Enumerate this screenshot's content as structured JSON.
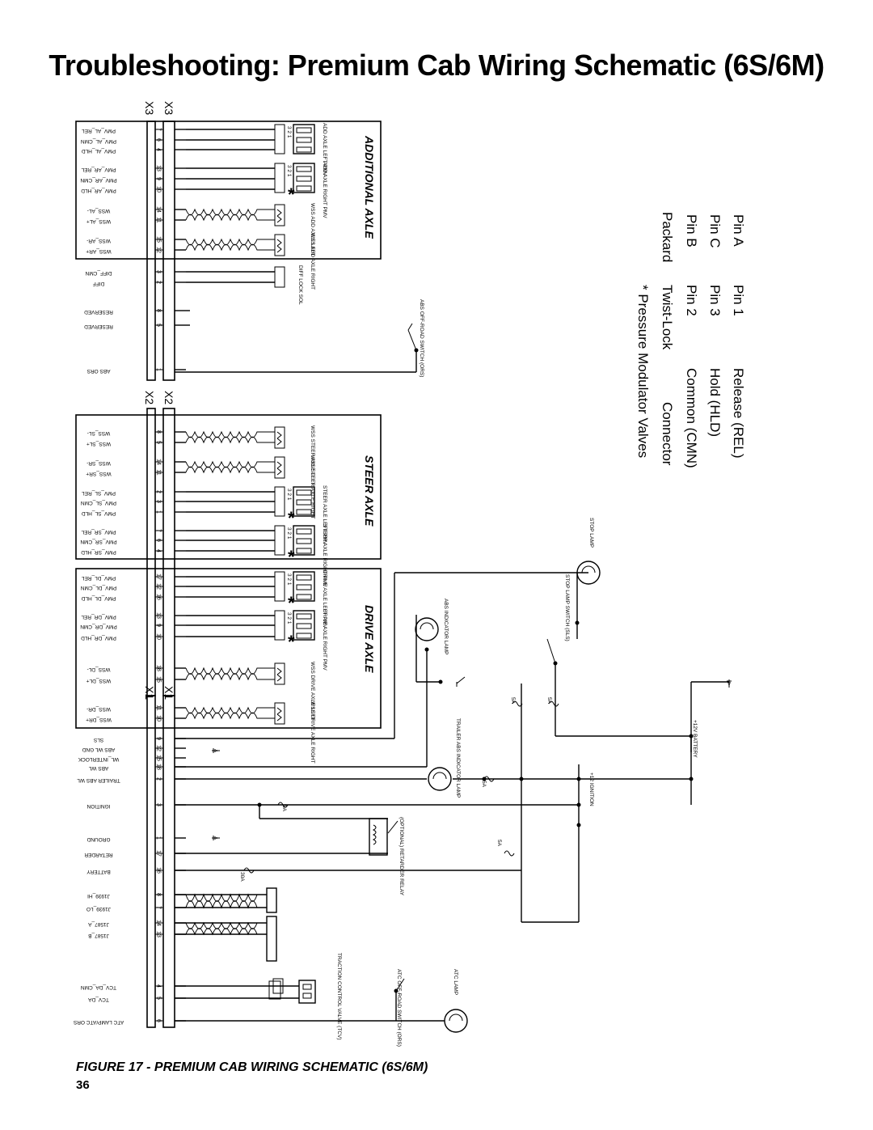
{
  "title": "Troubleshooting: Premium Cab Wiring Schematic (6S/6M)",
  "caption": "FIGURE 17 - PREMIUM CAB WIRING SCHEMATIC (6S/6M)",
  "page_number": "36",
  "connectors": {
    "x3": "X3",
    "x2": "X2",
    "x1": "X1"
  },
  "sections": {
    "additional_axle": "ADDITIONAL AXLE",
    "steer_axle": "STEER AXLE",
    "drive_axle": "DRIVE AXLE"
  },
  "wires": [
    "PMV_AL_REL",
    "PMV_AL_CMN",
    "PMV_AL_HLD",
    "PMV_AR_REL",
    "PMV_AR_CMN",
    "PMV_AR_HLD",
    "WSS_AL-",
    "WSS_AL+",
    "WSS_AR-",
    "WSS_AR+",
    "DIFF_CMN",
    "DIFF",
    "RESERVED",
    "RESERVED",
    "ABS ORS",
    "WSS_SL-",
    "WSS_SL+",
    "WSS_SR-",
    "WSS_SR+",
    "PMV_SL_REL",
    "PMV_SL_CMN",
    "PMV_SL_HLD",
    "PMV_SR_REL",
    "PMV_SR_CMN",
    "PMV_SR_HLD",
    "PMV_DL_REL",
    "PMV_DL_CMN",
    "PMV_DL_HLD",
    "PMV_DR_REL",
    "PMV_DR_CMN",
    "PMV_DR_HLD",
    "WSS_DL-",
    "WSS_DL+",
    "WSS_DR-",
    "WSS_DR+",
    "SLS",
    "ABS WL GND",
    "WL_INTERLOCK",
    "ABS WL",
    "TRAILER ABS WL",
    "IGNITION",
    "GROUND",
    "RETARDER",
    "BATTERY",
    "J1939_HI",
    "J1939_LO",
    "J1587_A",
    "J1587_B",
    "TCV_DA_CMN",
    "TCV_DA",
    "ATC LAMP/ATC ORS"
  ],
  "pins": [
    "7",
    "6",
    "4",
    "13",
    "9",
    "10",
    "14",
    "11",
    "15",
    "12",
    "3",
    "2",
    "8",
    "5",
    "1",
    "8",
    "5",
    "14",
    "11",
    "2",
    "3",
    "1",
    "7",
    "6",
    "4",
    "17",
    "12",
    "16",
    "13",
    "9",
    "10",
    "18",
    "15",
    "11",
    "10",
    "9",
    "12",
    "15",
    "18",
    "2",
    "3",
    "1",
    "17",
    "16",
    "8",
    "7",
    "14",
    "13",
    "4",
    "5",
    "6"
  ],
  "components": {
    "pmv_add_left": "ADD AXLE LEFT PMV",
    "pmv_add_right": "ADD AXLE RIGHT PMV",
    "wss_add_left": "WSS ADD AXLE LEFT",
    "wss_add_right": "WSS ADD AXLE RIGHT",
    "diff_lock": "DIFF LOCK SOL",
    "abs_offroad": "ABS OFF-ROAD SWITCH (ORS)",
    "wss_steer_left": "WSS STEER AXLE LEFT",
    "wss_steer_right": "WSS STEER AXLE RIGHT",
    "pmv_steer_left": "STEER AXLE LEFT PMV",
    "pmv_steer_right": "STEER AXLE RIGHT PMV",
    "pmv_drive_left": "DRIVE AXLE LEFT PMV",
    "pmv_drive_right": "DRIVE AXLE RIGHT PMV",
    "wss_drive_left": "WSS DRIVE AXLE LEFT",
    "wss_drive_right": "WSS DRIVE AXLE RIGHT",
    "abs_indicator": "ABS INDICATOR LAMP",
    "stop_lamp_switch": "STOP LAMP SWITCH (SLS)",
    "stop_lamp": "STOP LAMP",
    "trailer_abs_lamp": "TRAILER ABS INDICATOR LAMP",
    "battery": "+12V BATTERY",
    "ignition": "+12 IGNITION",
    "retarder_relay": "(OPTIONAL) RETARDER RELAY",
    "traction_valve": "TRACTION CONTROL VALVE (TCV)",
    "atc_offroad": "ATC OFF-ROAD SWITCH (ORS)",
    "atc_lamp": "ATC LAMP",
    "pin_order": "3 2 1"
  },
  "fuses": {
    "f5a": "5A",
    "f30a": "30A"
  },
  "legend": {
    "star_line": "* Pressure Modulator Valves",
    "headers": [
      "Connector",
      "Twist-Lock",
      "Packard"
    ],
    "rows": [
      [
        "Common (CMN)",
        "Pin 2",
        "Pin B"
      ],
      [
        "Hold (HLD)",
        "Pin 3",
        "Pin C"
      ],
      [
        "Release (REL)",
        "Pin 1",
        "Pin A"
      ]
    ]
  }
}
